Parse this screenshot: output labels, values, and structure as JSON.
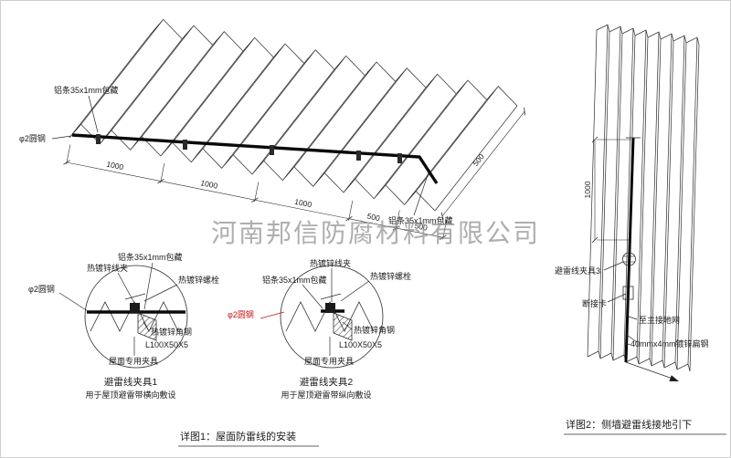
{
  "watermark": "河南邦信防腐材料有限公司",
  "roof": {
    "strip_label_left": "铝条35x1mm包藏",
    "strip_label_right": "铝条35x1mm包藏",
    "rod_label": "φ2圆钢",
    "dims": [
      "1000",
      "1000",
      "1000",
      "500",
      "500"
    ],
    "width_dim": "500"
  },
  "detail1": {
    "title": "避雷线夹具1",
    "subtitle": "用于屋顶避雷带横向敷设",
    "labels": {
      "clip": "热镀锌线夹",
      "strip": "铝条35x1mm包藏",
      "bolt": "热镀锌螺栓",
      "rod": "φ2圆钢",
      "angle": "热镀锌角钢",
      "angle_size": "L100X50X5",
      "fixture": "屋面专用夹具"
    }
  },
  "detail2": {
    "title": "避雷线夹具2",
    "subtitle": "用于屋顶避雷带纵向敷设",
    "labels": {
      "clip": "热镀锌线夹",
      "strip": "铝条35x1mm包藏",
      "bolt": "热镀锌螺栓",
      "rod": "φ2圆钢",
      "angle": "热镀锌角钢",
      "angle_size": "L100X50X5",
      "fixture": "屋面专用夹具"
    }
  },
  "wall": {
    "dim": "1000",
    "labels": {
      "clamp": "避雷线夹具3",
      "disconnect": "断接卡",
      "ground": "至主接地网",
      "flat_steel": "-40mmx4mm镀锌扁钢"
    }
  },
  "captions": {
    "detail1": "详图1：屋面防雷线的安装",
    "detail2": "详图2：侧墙避雷线接地引下"
  }
}
